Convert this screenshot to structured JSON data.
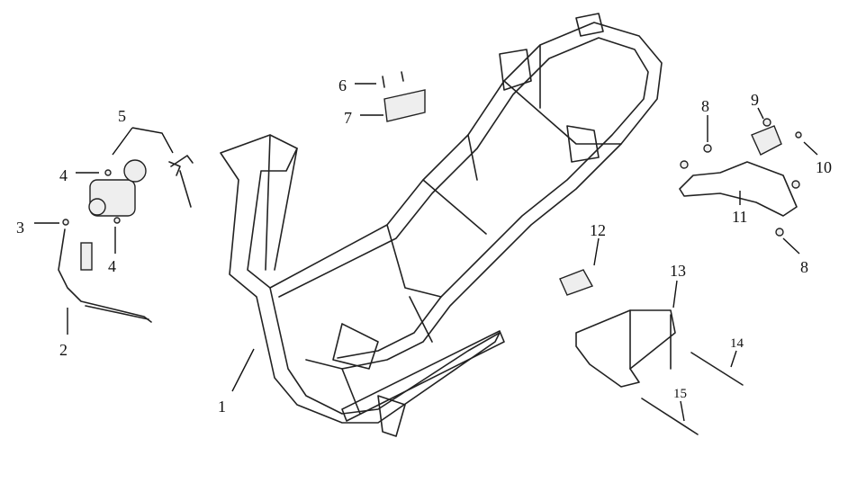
{
  "diagram": {
    "type": "exploded parts diagram",
    "callouts": [
      {
        "id": "1",
        "label": "1"
      },
      {
        "id": "2",
        "label": "2"
      },
      {
        "id": "3",
        "label": "3"
      },
      {
        "id": "4a",
        "label": "4"
      },
      {
        "id": "4b",
        "label": "4"
      },
      {
        "id": "5",
        "label": "5"
      },
      {
        "id": "6",
        "label": "6"
      },
      {
        "id": "7",
        "label": "7"
      },
      {
        "id": "8a",
        "label": "8"
      },
      {
        "id": "9",
        "label": "9"
      },
      {
        "id": "10",
        "label": "10"
      },
      {
        "id": "11",
        "label": "11"
      },
      {
        "id": "8b",
        "label": "8"
      },
      {
        "id": "12",
        "label": "12"
      },
      {
        "id": "13",
        "label": "13"
      },
      {
        "id": "14",
        "label": "14"
      },
      {
        "id": "15",
        "label": "15"
      }
    ]
  }
}
